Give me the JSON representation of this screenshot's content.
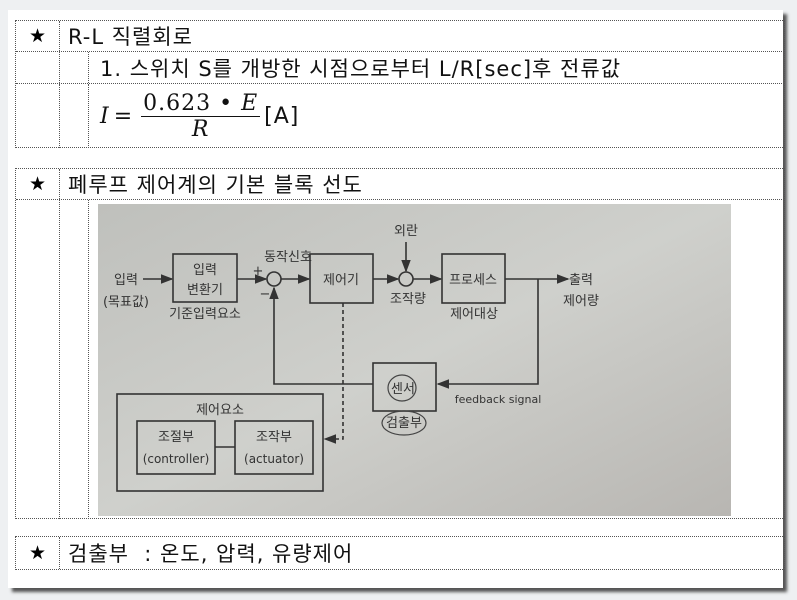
{
  "section1": {
    "star": "★",
    "title": "R-L 직렬회로",
    "item": "1. 스위치 S를 개방한 시점으로부터 L/R[sec]후 전류값",
    "formula": {
      "lhs": "I",
      "eq": "=",
      "numerator_value": "0.623",
      "dot": "•",
      "numerator_var": "E",
      "denominator": "R",
      "unit": "[A]"
    }
  },
  "section2": {
    "star": "★",
    "title": "폐루프 제어계의 기본 블록 선도",
    "diagram": {
      "input": "입력",
      "input_sub": "(목표값)",
      "input_converter_line1": "입력",
      "input_converter_line2": "변환기",
      "reference_element": "기준입력요소",
      "actuating_signal": "동작신호",
      "plus": "+",
      "minus": "−",
      "controller": "제어기",
      "disturbance": "외란",
      "manipulated_variable": "조작량",
      "process": "프로세스",
      "controlled_object": "제어대상",
      "output_line1": "출력",
      "output_line2": "제어량",
      "sensor": "센서",
      "detector": "검출부",
      "feedback": "feedback signal",
      "control_element": "제어요소",
      "regulator": "조절부",
      "regulator_en": "(controller)",
      "actuator": "조작부",
      "actuator_en": "(actuator)"
    }
  },
  "section3": {
    "star": "★",
    "text": "검출부  : 온도, 압력, 유량제어"
  }
}
